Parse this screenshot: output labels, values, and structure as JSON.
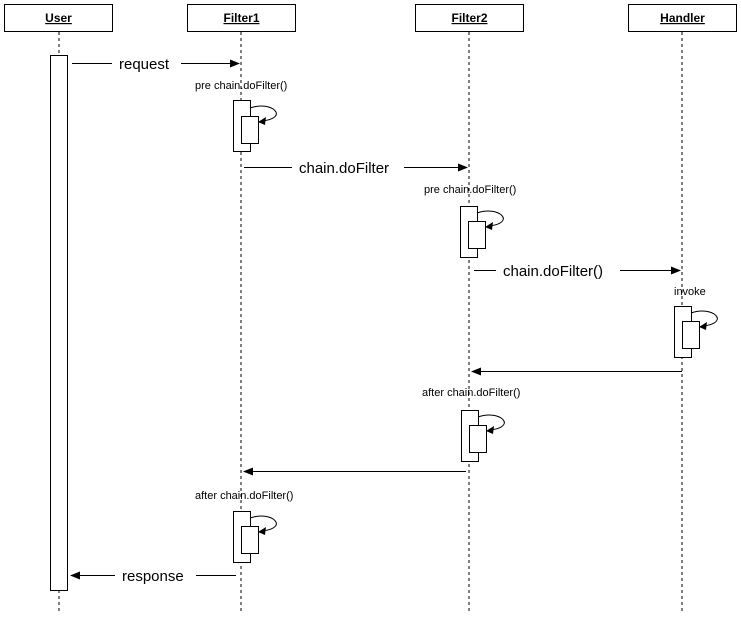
{
  "participants": {
    "user": "User",
    "filter1": "Filter1",
    "filter2": "Filter2",
    "handler": "Handler"
  },
  "messages": {
    "request": "request",
    "chain_dofilter_1": "chain.doFilter",
    "chain_dofilter_2": "chain.doFilter()",
    "response": "response"
  },
  "notes": {
    "filter1_pre": "pre chain.doFilter()",
    "filter2_pre": "pre chain.doFilter()",
    "handler_invoke": "invoke",
    "filter2_after": "after chain.doFilter()",
    "filter1_after": "after chain.doFilter()"
  }
}
